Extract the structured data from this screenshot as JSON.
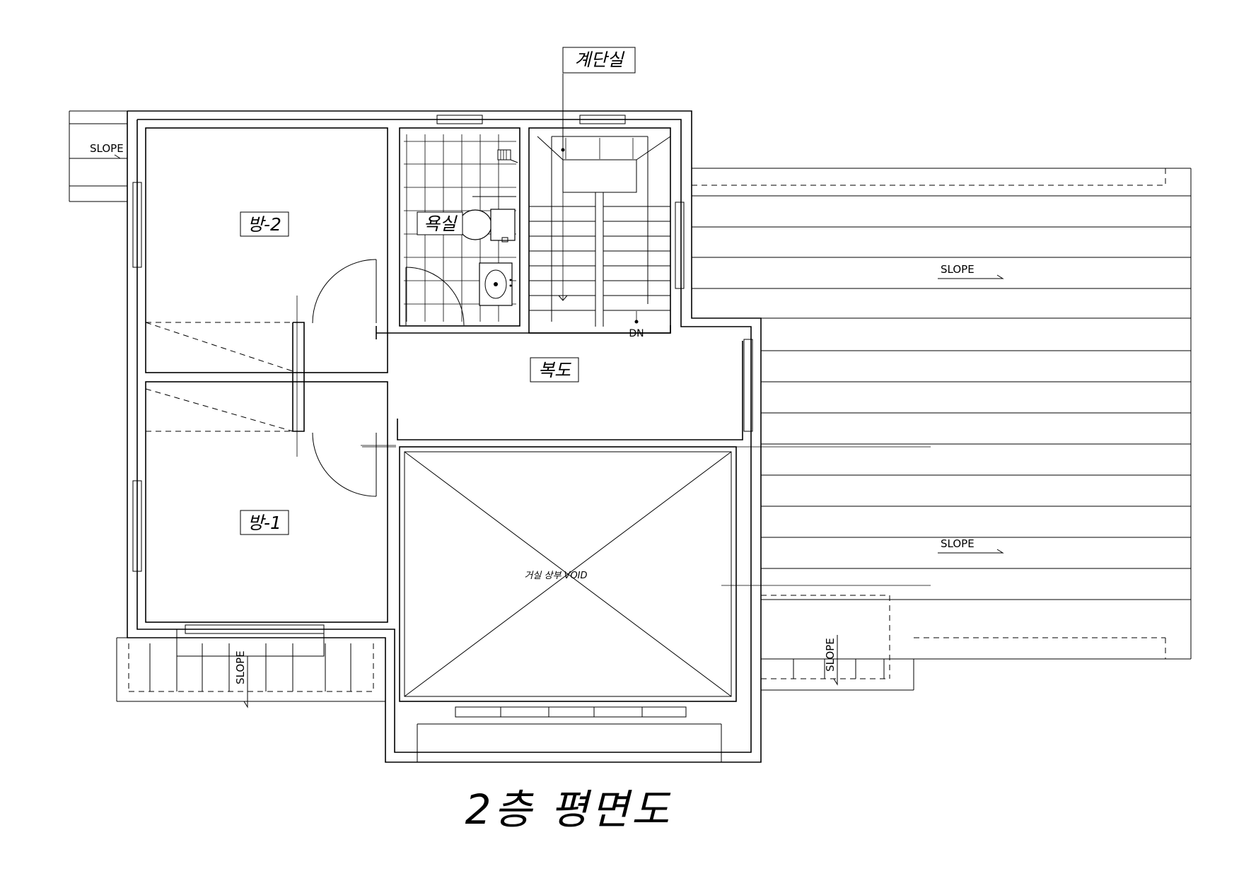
{
  "drawing": {
    "title": "2층 평면도",
    "stair_callout": "계단실",
    "rooms": {
      "room2": "방-2",
      "bath": "욕실",
      "corridor": "복도",
      "room1": "방-1",
      "void": "거실 상부 VOID"
    },
    "stair_dn": "DN",
    "slope_labels": [
      "SLOPE",
      "SLOPE",
      "SLOPE",
      "SLOPE",
      "SLOPE"
    ]
  }
}
